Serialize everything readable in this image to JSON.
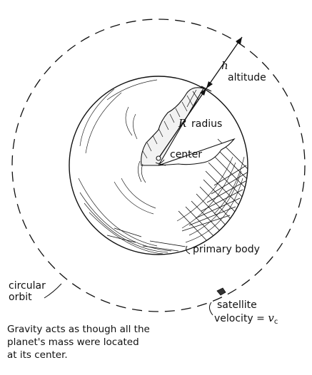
{
  "labels": {
    "h": "h",
    "altitude": "altitude",
    "R": "R",
    "radius": "radius",
    "center": "center",
    "primary_body": "primary body",
    "circular_orbit_line1": "circular",
    "circular_orbit_line2": "orbit",
    "satellite": "satellite",
    "velocity": "velocity = ",
    "velocity_symbol": "v",
    "velocity_subscript": "c"
  },
  "caption": {
    "line1": "Gravity acts as though all the",
    "line2": "planet's mass were located",
    "line3": "at its center."
  }
}
